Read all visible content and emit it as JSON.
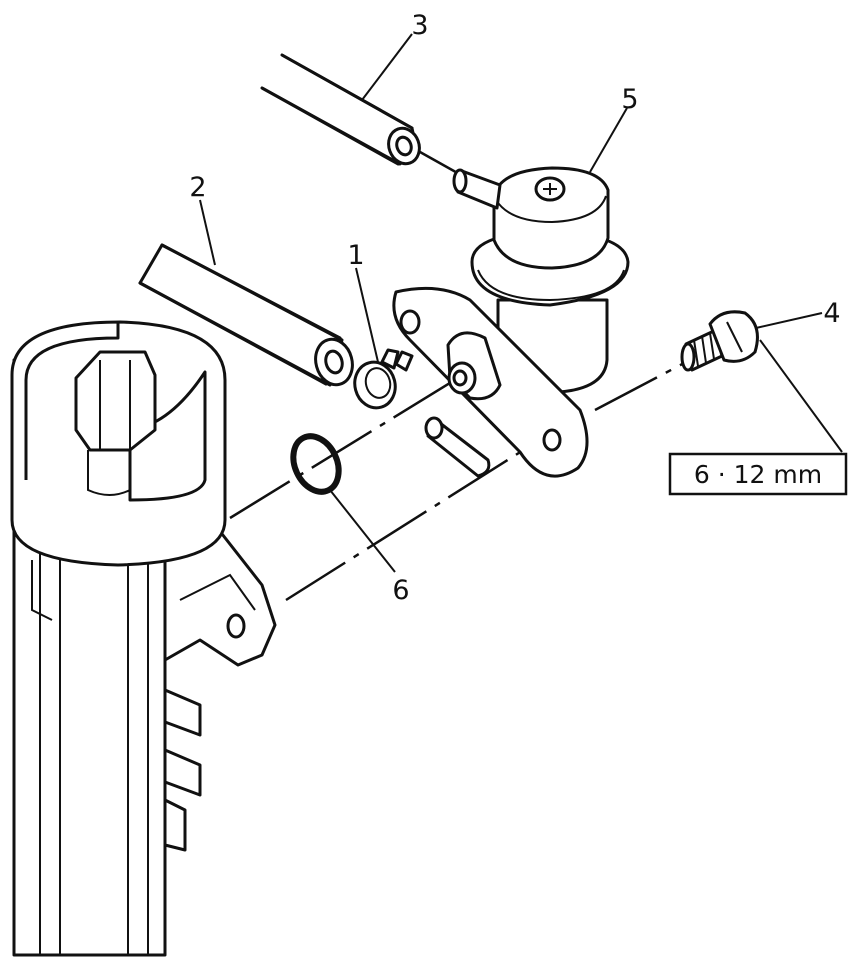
{
  "callouts": {
    "c1": "1",
    "c2": "2",
    "c3": "3",
    "c4": "4",
    "c5": "5",
    "c6": "6"
  },
  "spec_box": {
    "text": "6 · 12 mm"
  }
}
